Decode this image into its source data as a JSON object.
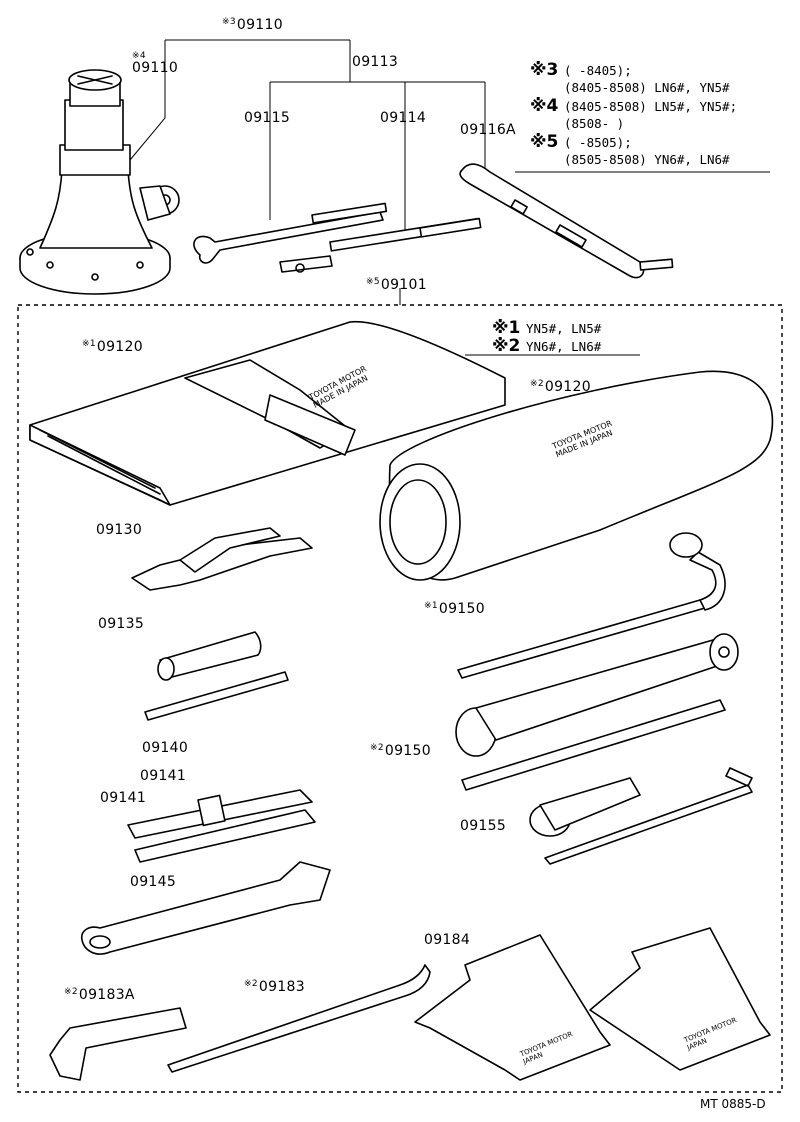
{
  "parts": {
    "p09110_group": {
      "mark": "※3",
      "num": "09110"
    },
    "p09110": {
      "mark": "※4",
      "num": "09110"
    },
    "p09113": {
      "mark": "",
      "num": "09113"
    },
    "p09115": {
      "mark": "",
      "num": "09115"
    },
    "p09114": {
      "mark": "",
      "num": "09114"
    },
    "p09116A": {
      "mark": "",
      "num": "09116A"
    },
    "p09101": {
      "mark": "※5",
      "num": "09101"
    },
    "p09120_1": {
      "mark": "※1",
      "num": "09120"
    },
    "p09120_2": {
      "mark": "※2",
      "num": "09120"
    },
    "p09130": {
      "mark": "",
      "num": "09130"
    },
    "p09135": {
      "mark": "",
      "num": "09135"
    },
    "p09150_1": {
      "mark": "※1",
      "num": "09150"
    },
    "p09150_2": {
      "mark": "※2",
      "num": "09150"
    },
    "p09140": {
      "mark": "",
      "num": "09140"
    },
    "p09141_a": {
      "mark": "",
      "num": "09141"
    },
    "p09141_b": {
      "mark": "",
      "num": "09141"
    },
    "p09155": {
      "mark": "",
      "num": "09155"
    },
    "p09145": {
      "mark": "",
      "num": "09145"
    },
    "p09184": {
      "mark": "",
      "num": "09184"
    },
    "p09183A": {
      "mark": "※2",
      "num": "09183A"
    },
    "p09183": {
      "mark": "※2",
      "num": "09183"
    }
  },
  "notes_top": [
    {
      "sym": "※3",
      "text": "(      -8405);"
    },
    {
      "sym": "",
      "text": "(8405-8508) LN6#, YN5#"
    },
    {
      "sym": "※4",
      "text": "(8405-8508) LN5#, YN5#;"
    },
    {
      "sym": "",
      "text": "(8508-      )"
    },
    {
      "sym": "※5",
      "text": "(      -8505);"
    },
    {
      "sym": "",
      "text": "(8505-8508) YN6#, LN6#"
    }
  ],
  "notes_box": [
    {
      "sym": "※1",
      "text": "YN5#, LN5#"
    },
    {
      "sym": "※2",
      "text": "YN6#, LN6#"
    }
  ],
  "product_text": {
    "roll_brand": "TOYOTA MOTOR",
    "roll_origin": "MADE IN JAPAN",
    "bag_brand": "TOYOTA MOTOR",
    "bag_origin": "MADE IN JAPAN",
    "chock_brand": "TOYOTA MOTOR",
    "chock_origin": "JAPAN"
  },
  "drawing_code": "MT 0885-D"
}
